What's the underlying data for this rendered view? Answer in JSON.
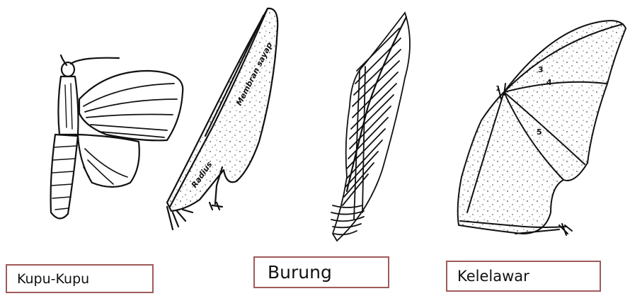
{
  "labels": {
    "butterfly": "Kupu-Kupu",
    "bird": "Burung",
    "bat": "Kelelawar"
  },
  "pterosaur_annotations": {
    "membrane": "Membran sayap",
    "radius": "Radius"
  },
  "bat_digit_numbers": [
    "1",
    "3",
    "4",
    "5"
  ],
  "colors": {
    "ink": "#111111",
    "label_border": "#a05a5a",
    "background": "#ffffff"
  }
}
